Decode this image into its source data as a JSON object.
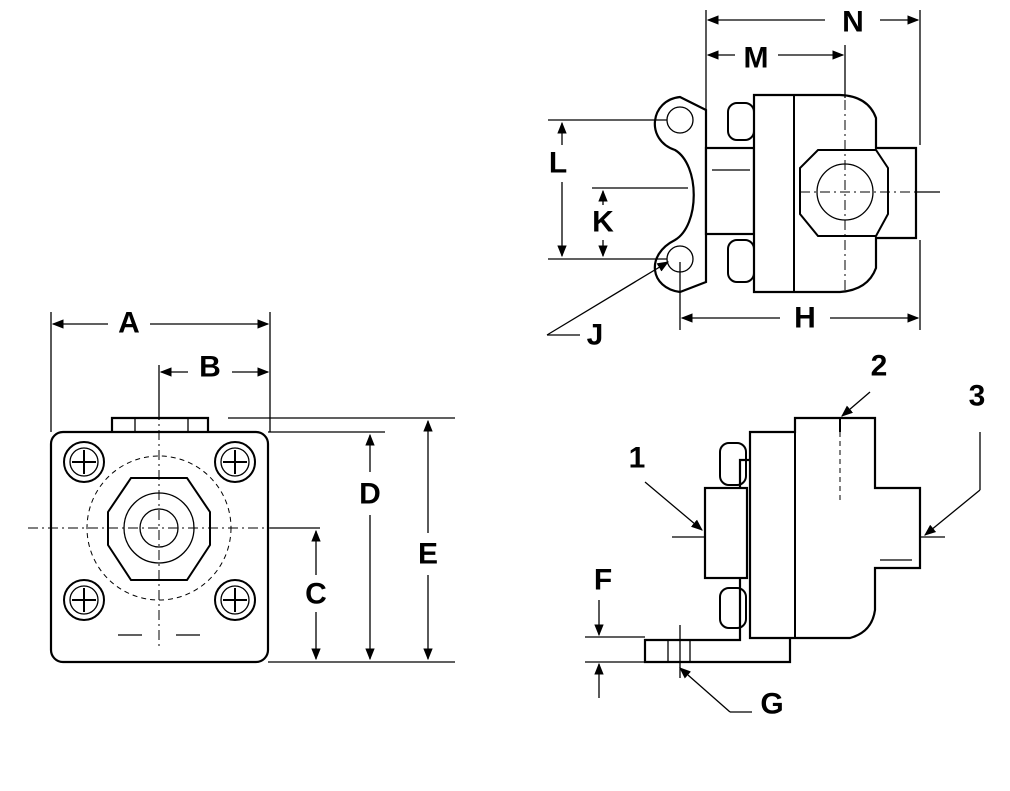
{
  "dimension_labels": {
    "A": "A",
    "B": "B",
    "C": "C",
    "D": "D",
    "E": "E",
    "F": "F",
    "G": "G",
    "H": "H",
    "J": "J",
    "K": "K",
    "L": "L",
    "M": "M",
    "N": "N"
  },
  "callouts": {
    "c1": "1",
    "c2": "2",
    "c3": "3"
  }
}
